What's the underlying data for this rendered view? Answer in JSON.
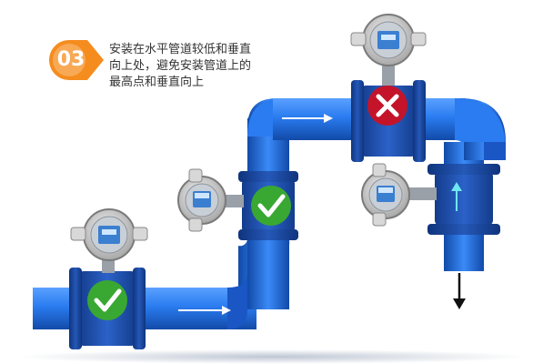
{
  "step": {
    "number": "03",
    "lines": [
      "安装在水平管道较低和垂直",
      "向上处，避免安装管道上的",
      "最高点和垂直向上"
    ]
  },
  "meters": [
    {
      "position": "horizontal-low-left",
      "status": "correct"
    },
    {
      "position": "vertical-up-middle",
      "status": "correct"
    },
    {
      "position": "top-highest-point",
      "status": "wrong"
    },
    {
      "position": "vertical-down-right",
      "status": "neutral"
    }
  ],
  "colors": {
    "pipe": "#1e6ce0",
    "badge": "#f58c1e",
    "check": "#39a832",
    "cross": "#c4142a",
    "body": "#1d4fae"
  },
  "icons": [
    "checkmark-icon",
    "cross-icon",
    "up-arrow-icon",
    "down-arrow-icon"
  ]
}
